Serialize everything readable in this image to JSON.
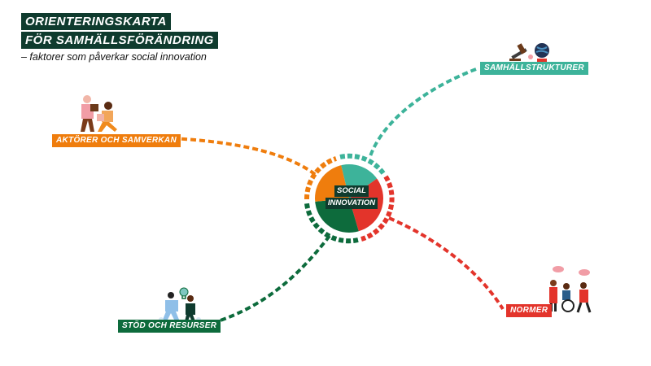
{
  "title": {
    "line1": "ORIENTERINGSKARTA",
    "line2": "FÖR SAMHÄLLSFÖRÄNDRING",
    "subtitle": "– faktorer som påverkar social innovation"
  },
  "center": {
    "line1": "SOCIAL",
    "line2": "INNOVATION"
  },
  "factors": {
    "aktorer": {
      "label": "AKTÖRER OCH SAMVERKAN",
      "color": "#ef7d0d"
    },
    "samhall": {
      "label": "SAMHÄLLSTRUKTURER",
      "color": "#3db39a"
    },
    "normer": {
      "label": "NORMER",
      "color": "#e3342b"
    },
    "stod": {
      "label": "STÖD OCH RESURSER",
      "color": "#0d6b3c"
    }
  },
  "illustrations": {
    "aktorer": "people-puzzle-icon",
    "samhall": "gavel-globe-icon",
    "normer": "people-speech-wheelchair-icon",
    "stod": "people-lightbulb-icon"
  }
}
